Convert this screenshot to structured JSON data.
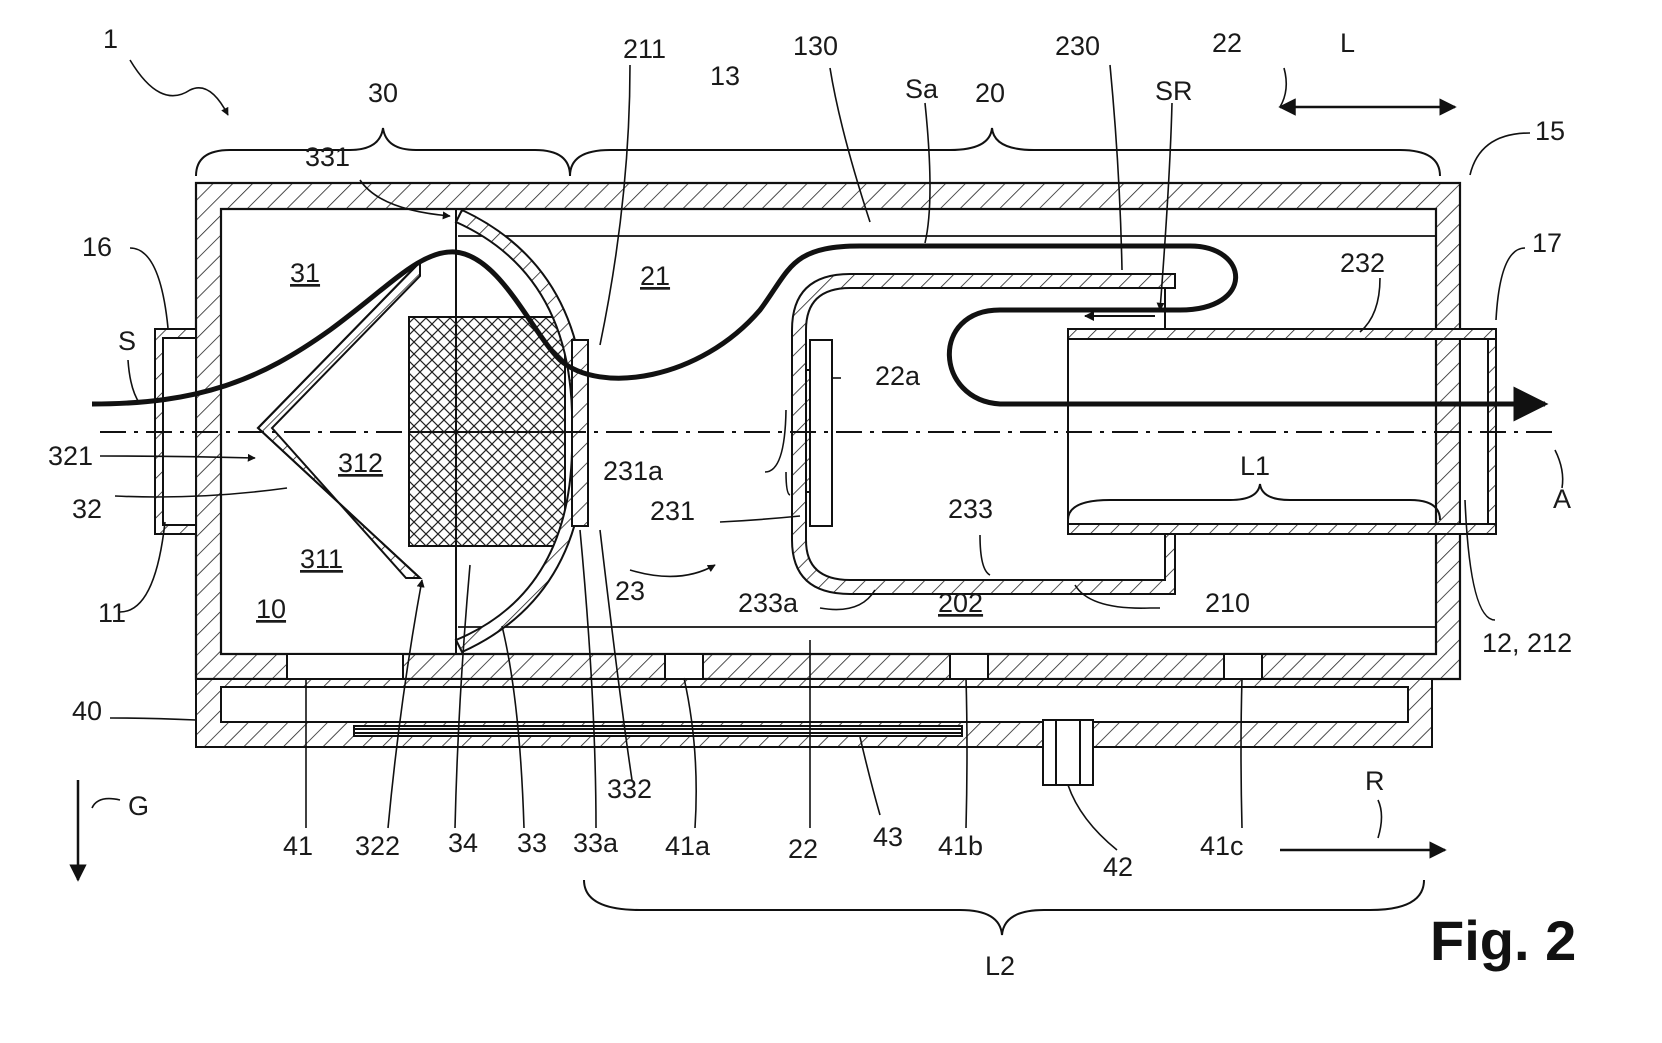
{
  "figure_caption": "Fig. 2",
  "labels": {
    "n1": "1",
    "n30": "30",
    "n211": "211",
    "n130": "130",
    "n13": "13",
    "nSa": "Sa",
    "n20": "20",
    "n230": "230",
    "nSR": "SR",
    "n22top": "22",
    "nL": "L",
    "n15": "15",
    "n331": "331",
    "n16": "16",
    "n17": "17",
    "n31": "31",
    "n21": "21",
    "n232": "232",
    "nS": "S",
    "n22a": "22a",
    "n321": "321",
    "n312": "312",
    "n231a": "231a",
    "nA": "A",
    "nL1": "L1",
    "n32": "32",
    "n231": "231",
    "n233": "233",
    "n311": "311",
    "n23": "23",
    "n233a": "233a",
    "n202": "202",
    "n210": "210",
    "n11": "11",
    "n10": "10",
    "n1212": "12, 212",
    "n40": "40",
    "nG": "G",
    "n332": "332",
    "nR": "R",
    "n41": "41",
    "n322": "322",
    "n34": "34",
    "n33": "33",
    "n33a": "33a",
    "n41a": "41a",
    "n22bot": "22",
    "n43": "43",
    "n41b": "41b",
    "n42": "42",
    "n41c": "41c",
    "nL2": "L2"
  }
}
